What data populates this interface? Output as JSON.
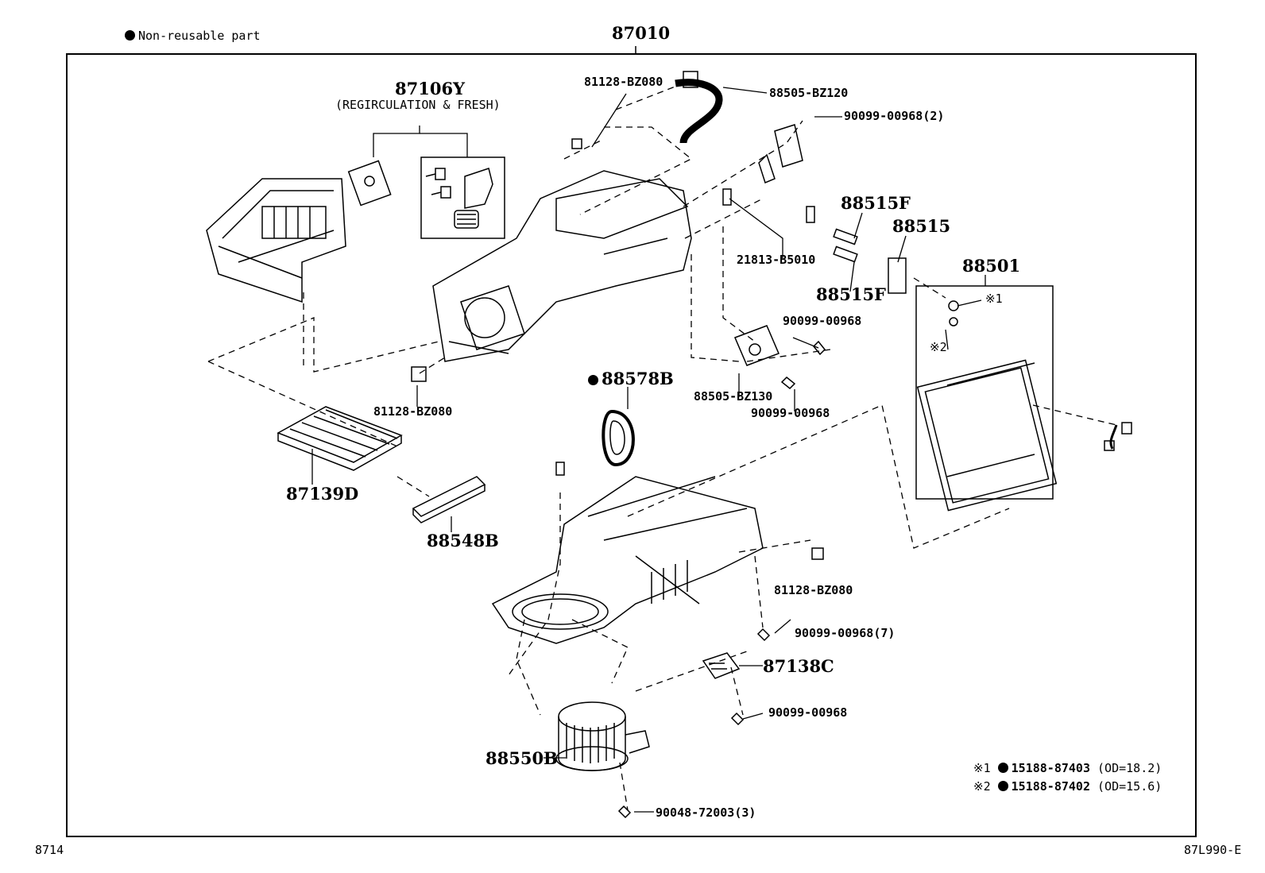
{
  "legend": {
    "symbol": "●",
    "text": "Non-reusable part"
  },
  "assembly": {
    "number": "87010"
  },
  "parts": {
    "p87106y": "87106Y",
    "p87106y_sub": "(REGIRCULATION & FRESH)",
    "p81128_top": "81128-BZ080",
    "p88505_bz120": "88505-BZ120",
    "p90099_2": "90099-00968(2)",
    "p88515f_a": "88515F",
    "p88515": "88515",
    "p21813": "21813-B5010",
    "p88515f_b": "88515F",
    "p88501": "88501",
    "mark1": "※1",
    "mark2": "※2",
    "p90099_mid": "90099-00968",
    "p88505_bz130": "88505-BZ130",
    "p90099_mid2": "90099-00968",
    "p88578b": "88578B",
    "p81128_left": "81128-BZ080",
    "p87139d": "87139D",
    "p88548b": "88548B",
    "p81128_right": "81128-BZ080",
    "p90099_7": "90099-00968(7)",
    "p87138c": "87138C",
    "p90099_low": "90099-00968",
    "p88550b": "88550B",
    "p90048": "90048-72003(3)"
  },
  "notes": [
    {
      "mark": "※1",
      "part": "15188-87403",
      "dim": "(OD=18.2)"
    },
    {
      "mark": "※2",
      "part": "15188-87402",
      "dim": "(OD=15.6)"
    }
  ],
  "footer": {
    "left": "8714",
    "right": "87L990-E"
  }
}
